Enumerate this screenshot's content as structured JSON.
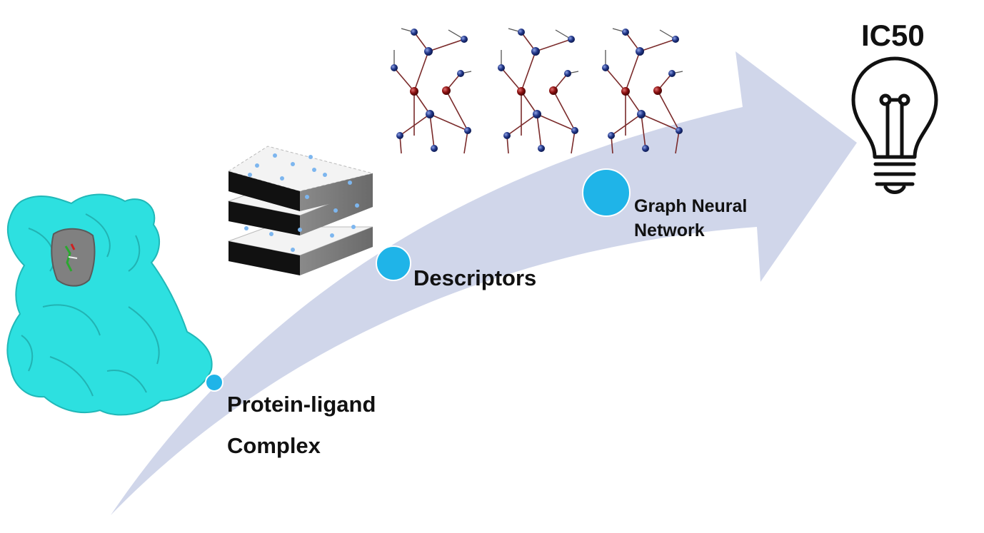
{
  "stages": {
    "protein": {
      "line1": "Protein-ligand",
      "line2": "Complex"
    },
    "descriptors": {
      "label": "Descriptors"
    },
    "gnn": {
      "line1": "Graph Neural",
      "line2": "Network"
    },
    "output": {
      "label": "IC50"
    }
  },
  "colors": {
    "arrow": "#d0d6ea",
    "marker": "#1fb4e8",
    "protein_surface": "#2de0e0",
    "pocket": "#808080",
    "node_blue": "#1c2f78",
    "node_red": "#8b1010",
    "edge_red": "#7a2a2a",
    "edge_gray": "#555555",
    "dot_blue": "#7db6ef"
  },
  "icons": [
    "protein-surface-icon",
    "descriptor-layers-icon",
    "molecular-graph-icon",
    "lightbulb-icon"
  ]
}
